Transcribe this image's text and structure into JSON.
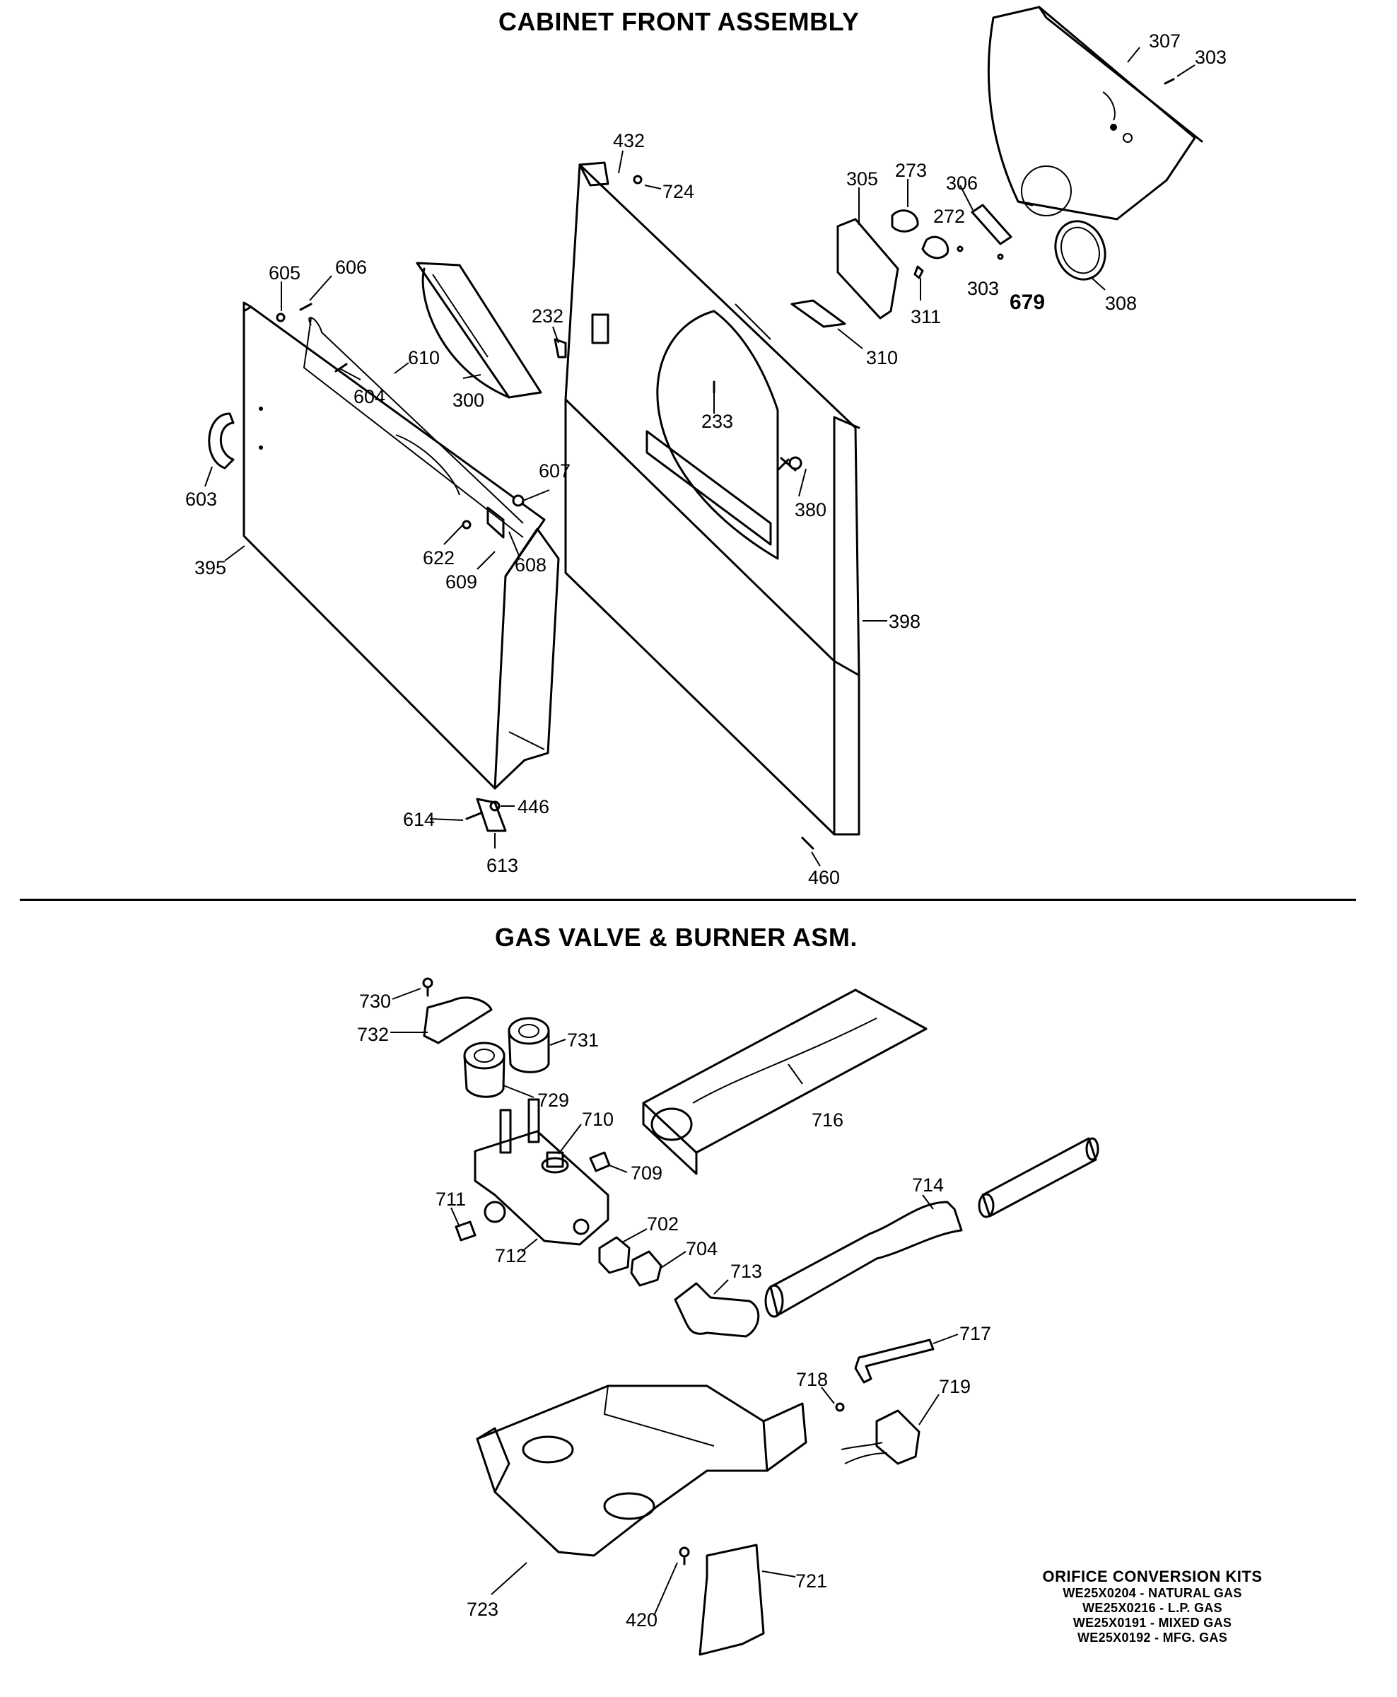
{
  "titles": {
    "cabinet": "CABINET FRONT ASSEMBLY",
    "gas": "GAS VALVE & BURNER ASM."
  },
  "part_labels": [
    {
      "id": "307",
      "text": "307"
    },
    {
      "id": "303a",
      "text": "303"
    },
    {
      "id": "432",
      "text": "432"
    },
    {
      "id": "724",
      "text": "724"
    },
    {
      "id": "305",
      "text": "305"
    },
    {
      "id": "273",
      "text": "273"
    },
    {
      "id": "306",
      "text": "306"
    },
    {
      "id": "272",
      "text": "272"
    },
    {
      "id": "303b",
      "text": "303"
    },
    {
      "id": "679",
      "text": "679"
    },
    {
      "id": "308",
      "text": "308"
    },
    {
      "id": "311",
      "text": "311"
    },
    {
      "id": "310",
      "text": "310"
    },
    {
      "id": "605",
      "text": "605"
    },
    {
      "id": "606",
      "text": "606"
    },
    {
      "id": "232",
      "text": "232"
    },
    {
      "id": "610",
      "text": "610"
    },
    {
      "id": "604",
      "text": "604"
    },
    {
      "id": "300",
      "text": "300"
    },
    {
      "id": "233",
      "text": "233"
    },
    {
      "id": "603",
      "text": "603"
    },
    {
      "id": "607",
      "text": "607"
    },
    {
      "id": "380",
      "text": "380"
    },
    {
      "id": "395",
      "text": "395"
    },
    {
      "id": "622",
      "text": "622"
    },
    {
      "id": "608",
      "text": "608"
    },
    {
      "id": "609",
      "text": "609"
    },
    {
      "id": "398",
      "text": "398"
    },
    {
      "id": "614",
      "text": "614"
    },
    {
      "id": "446",
      "text": "446"
    },
    {
      "id": "613",
      "text": "613"
    },
    {
      "id": "460",
      "text": "460"
    },
    {
      "id": "730",
      "text": "730"
    },
    {
      "id": "732",
      "text": "732"
    },
    {
      "id": "731",
      "text": "731"
    },
    {
      "id": "729",
      "text": "729"
    },
    {
      "id": "716",
      "text": "716"
    },
    {
      "id": "710",
      "text": "710"
    },
    {
      "id": "709",
      "text": "709"
    },
    {
      "id": "714",
      "text": "714"
    },
    {
      "id": "711",
      "text": "711"
    },
    {
      "id": "702",
      "text": "702"
    },
    {
      "id": "704",
      "text": "704"
    },
    {
      "id": "713",
      "text": "713"
    },
    {
      "id": "712",
      "text": "712"
    },
    {
      "id": "717",
      "text": "717"
    },
    {
      "id": "718",
      "text": "718"
    },
    {
      "id": "719",
      "text": "719"
    },
    {
      "id": "723",
      "text": "723"
    },
    {
      "id": "721",
      "text": "721"
    },
    {
      "id": "420",
      "text": "420"
    }
  ],
  "orifice_kits": {
    "heading": "ORIFICE CONVERSION KITS",
    "items": [
      "WE25X0204 - NATURAL GAS",
      "WE25X0216 - L.P. GAS",
      "WE25X0191 - MIXED GAS",
      "WE25X0192 - MFG. GAS"
    ]
  }
}
